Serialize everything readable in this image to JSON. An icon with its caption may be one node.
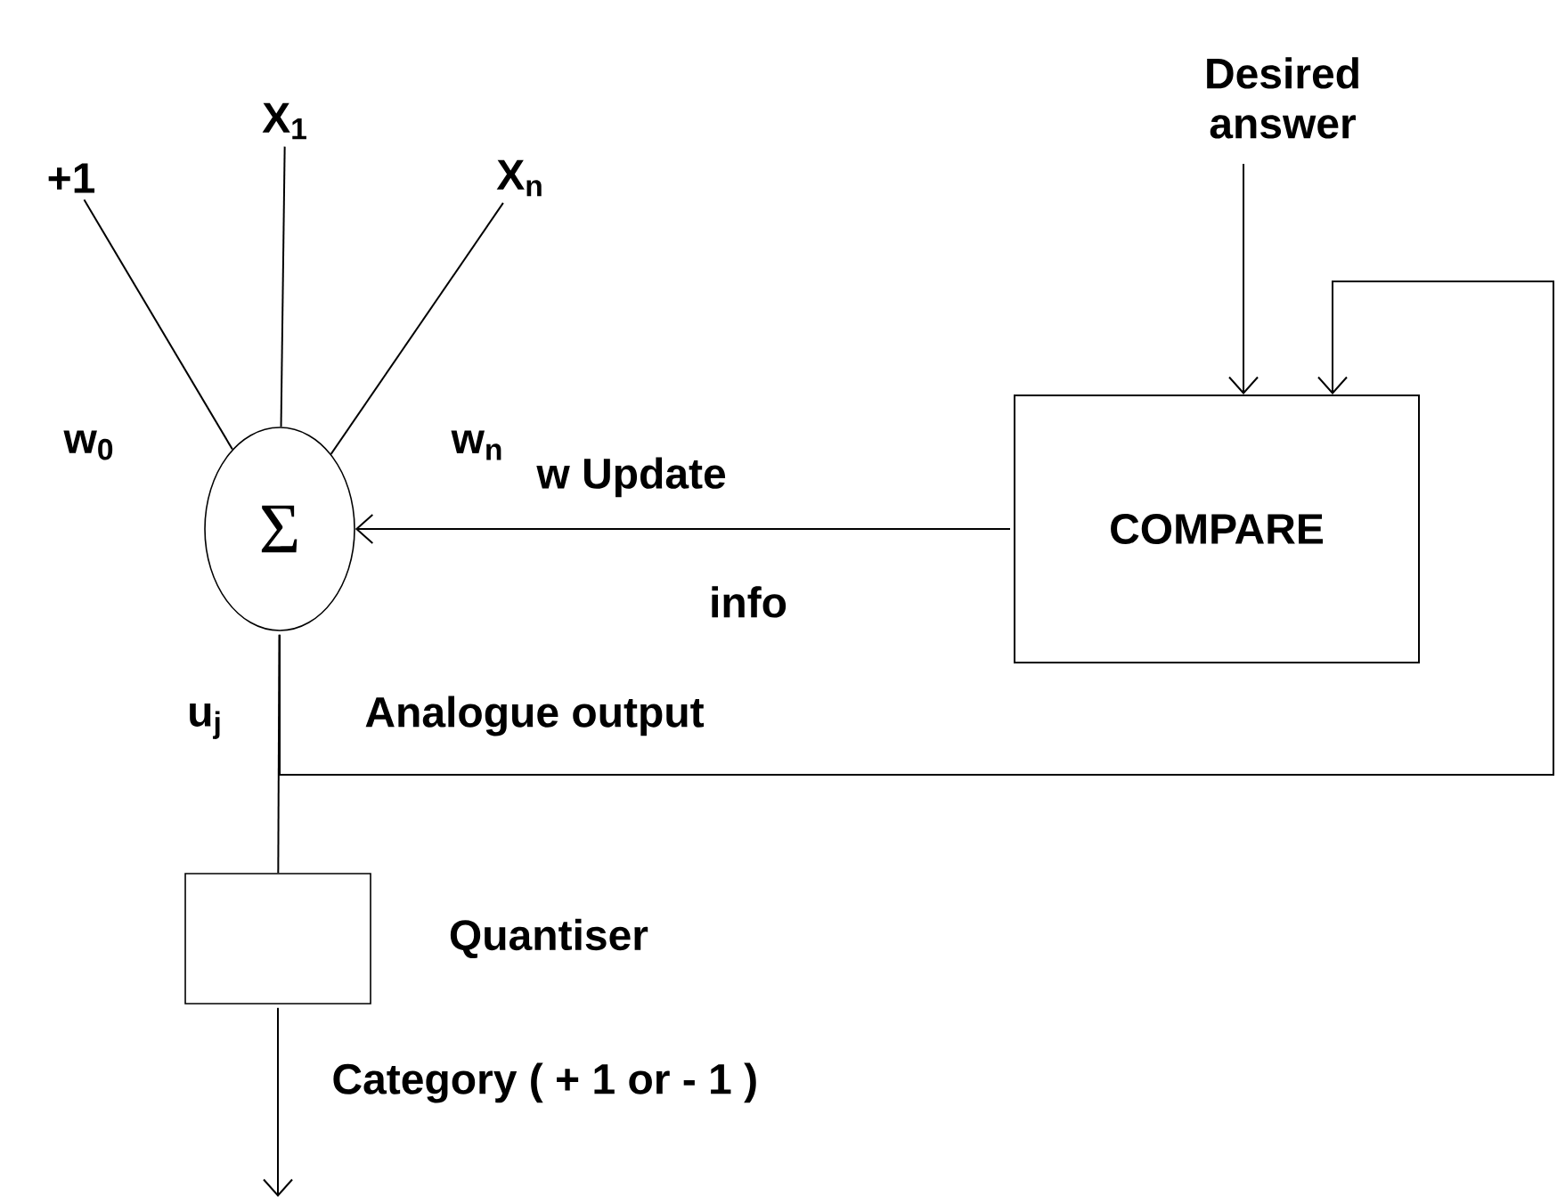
{
  "diagram": {
    "nodes": [
      {
        "text": [
          "+1"
        ]
      },
      {
        "text": [
          "X$_{1}$"
        ]
      },
      {
        "text": [
          "X$_{n}$"
        ]
      },
      {
        "text": [
          "Σ"
        ]
      },
      {
        "text": [
          "Desired answer"
        ]
      },
      {
        "text": [
          "COMPARE"
        ]
      },
      {
        "text": [],
        "shape": "box",
        "beside": [
          "Quantiser"
        ]
      }
    ],
    "edges": [
      {
        "from": 0,
        "to": 3,
        "arrow": "none"
      },
      {
        "from": 1,
        "to": 3,
        "arrow": "none"
      },
      {
        "from": 2,
        "to": 3,
        "arrow": "none"
      },
      {
        "from": 4,
        "to": 5,
        "arrow": "to"
      },
      {
        "from": 5,
        "to": 3,
        "arrow": "to",
        "label": "w Update"
      },
      {
        "from": 3,
        "to": 5,
        "arrow": "to"
      },
      {
        "from": 3,
        "to": 6,
        "arrow": "none"
      },
      {
        "from": 6,
        "to": null,
        "arrow": "to",
        "label": "Category ( + 1 or - 1 )"
      }
    ],
    "labels": [
      "w$_{0}$",
      "w$_{n}$",
      "info",
      "u$_{j}$",
      "Analogue output"
    ]
  }
}
